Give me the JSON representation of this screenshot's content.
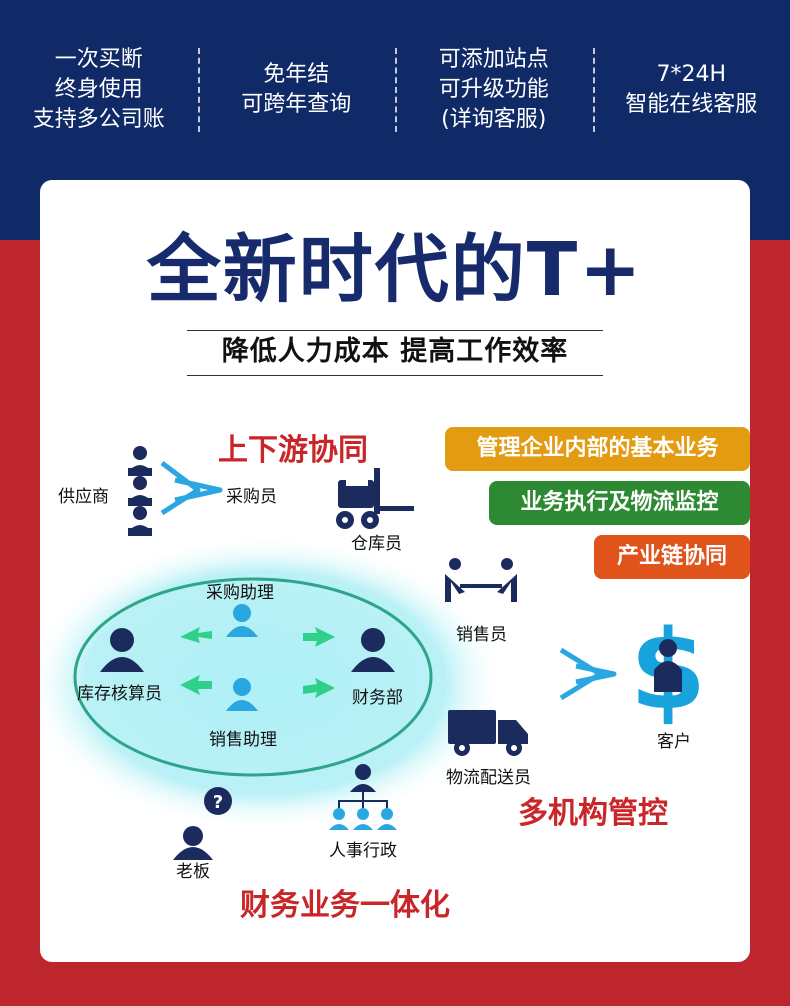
{
  "features": [
    {
      "lines": [
        "一次买断",
        "终身使用",
        "支持多公司账"
      ]
    },
    {
      "lines": [
        "免年结",
        "可跨年查询"
      ]
    },
    {
      "lines": [
        "可添加站点",
        "可升级功能",
        "(详询客服)"
      ]
    },
    {
      "lines": [
        "7*24H",
        "智能在线客服"
      ]
    }
  ],
  "title": "全新时代的T+",
  "subtitle": "降低人力成本  提高工作效率",
  "headings": {
    "upstream": "上下游协同",
    "multi_org": "多机构管控",
    "finance": "财务业务一体化"
  },
  "tags": [
    {
      "label": "管理企业内部的基本业务",
      "color": "#e39b12"
    },
    {
      "label": "业务执行及物流监控",
      "color": "#2d8a33"
    },
    {
      "label": "产业链协同",
      "color": "#e0541b"
    }
  ],
  "roles": {
    "supplier": "供应商",
    "purchaser": "采购员",
    "warehouse": "仓库员",
    "purchase_assistant": "采购助理",
    "inventory_accountant": "库存核算员",
    "finance_dept": "财务部",
    "sales_assistant": "销售助理",
    "salesperson": "销售员",
    "customer": "客户",
    "logistics": "物流配送员",
    "boss": "老板",
    "hr_admin": "人事行政"
  },
  "colors": {
    "navy": "#0f2a66",
    "red": "#bd262c",
    "icon_navy": "#1c2b5e",
    "icon_blue": "#2aa7e0",
    "ellipse_fill": "#b7f0f6",
    "ellipse_ring": "#2ea58a"
  }
}
